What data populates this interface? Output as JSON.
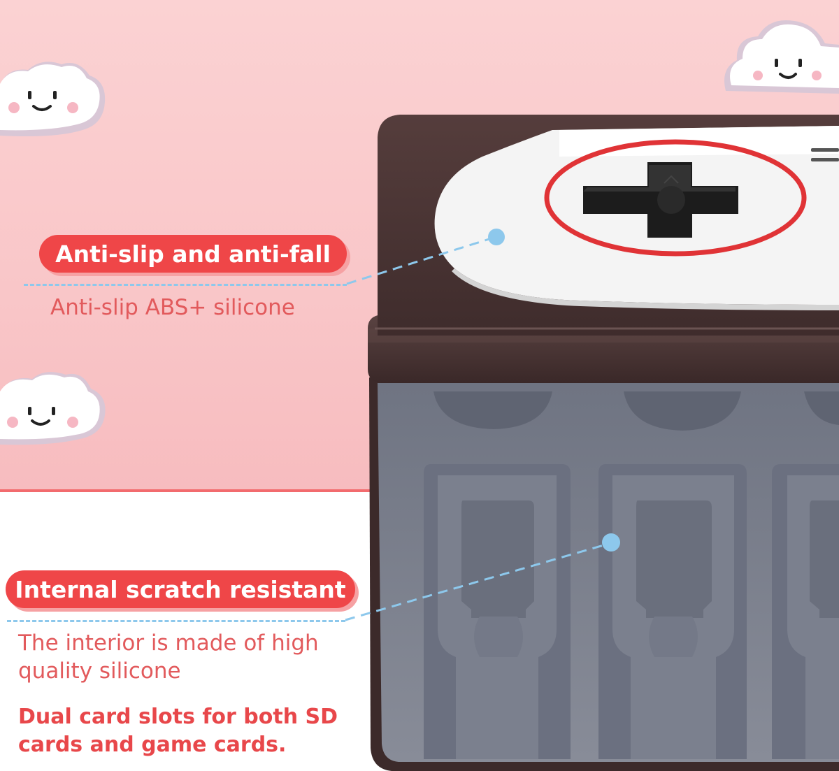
{
  "callouts": {
    "top": {
      "title": "Anti-slip and anti-fall",
      "description": "Anti-slip ABS+ silicone"
    },
    "bottom": {
      "title": "Internal scratch resistant",
      "description_line1": "The interior is made of high",
      "description_line2": "quality silicone",
      "note_line1": "Dual card slots for both SD",
      "note_line2": "cards and game cards."
    }
  },
  "colors": {
    "accent_red": "#ef4648",
    "pink_background": "#fbd2d3",
    "dash_blue": "#8dc8ec",
    "case_brown": "#4a3434",
    "interior_gray": "#7f8492"
  },
  "icons": [
    "cloud-face-icon",
    "d-pad-icon",
    "callout-dot-icon"
  ]
}
